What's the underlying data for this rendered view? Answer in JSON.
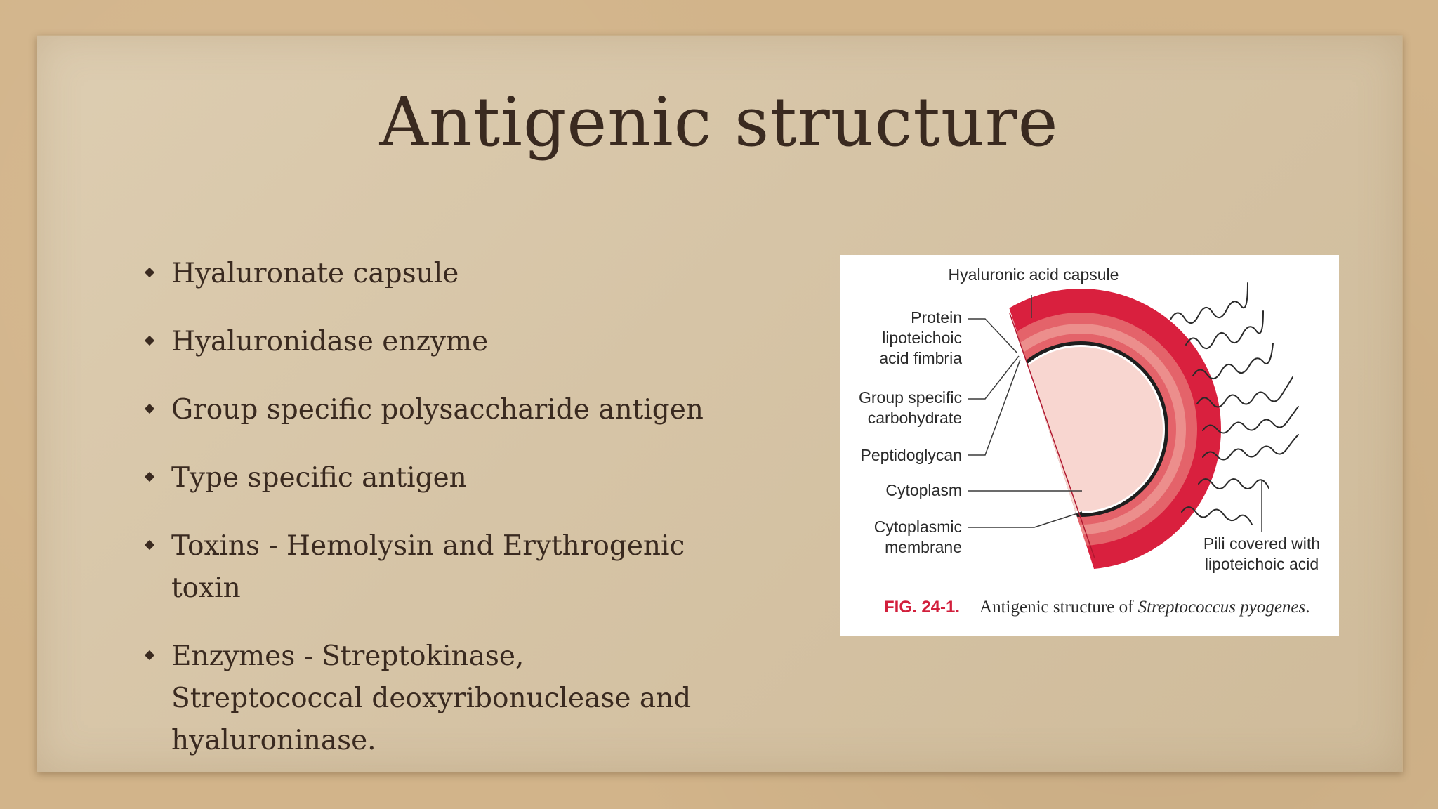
{
  "slide": {
    "title": "Antigenic structure",
    "bullets": [
      {
        "text": "Hyaluronate capsule"
      },
      {
        "text": "Hyaluronidase enzyme"
      },
      {
        "text": "Group specific polysaccharide antigen"
      },
      {
        "text": "Type specific antigen"
      },
      {
        "text": "Toxins - Hemolysin and Erythrogenic toxin"
      },
      {
        "text": "Enzymes - Streptokinase, Streptococcal deoxyribonuclease and hyaluroninase."
      }
    ]
  },
  "figure": {
    "labels": {
      "capsule": "Hyaluronic acid capsule",
      "protein_line1": "Protein",
      "protein_line2": "lipoteichoic",
      "protein_line3": "acid fimbria",
      "group_line1": "Group specific",
      "group_line2": "carbohydrate",
      "peptidoglycan": "Peptidoglycan",
      "cytoplasm": "Cytoplasm",
      "membrane_line1": "Cytoplasmic",
      "membrane_line2": "membrane",
      "pili_line1": "Pili covered with",
      "pili_line2": "lipoteichoic acid"
    },
    "caption": {
      "number": "FIG. 24-1.",
      "text": "Antigenic structure of ",
      "species": "Streptococcus pyogenes",
      "end": "."
    },
    "colors": {
      "capsule": "#d9203e",
      "layer_mid": "#e4636a",
      "layer_light": "#ec8e8c",
      "cytoplasm": "#f8d6d0",
      "caption_accent": "#d21f3c"
    }
  }
}
